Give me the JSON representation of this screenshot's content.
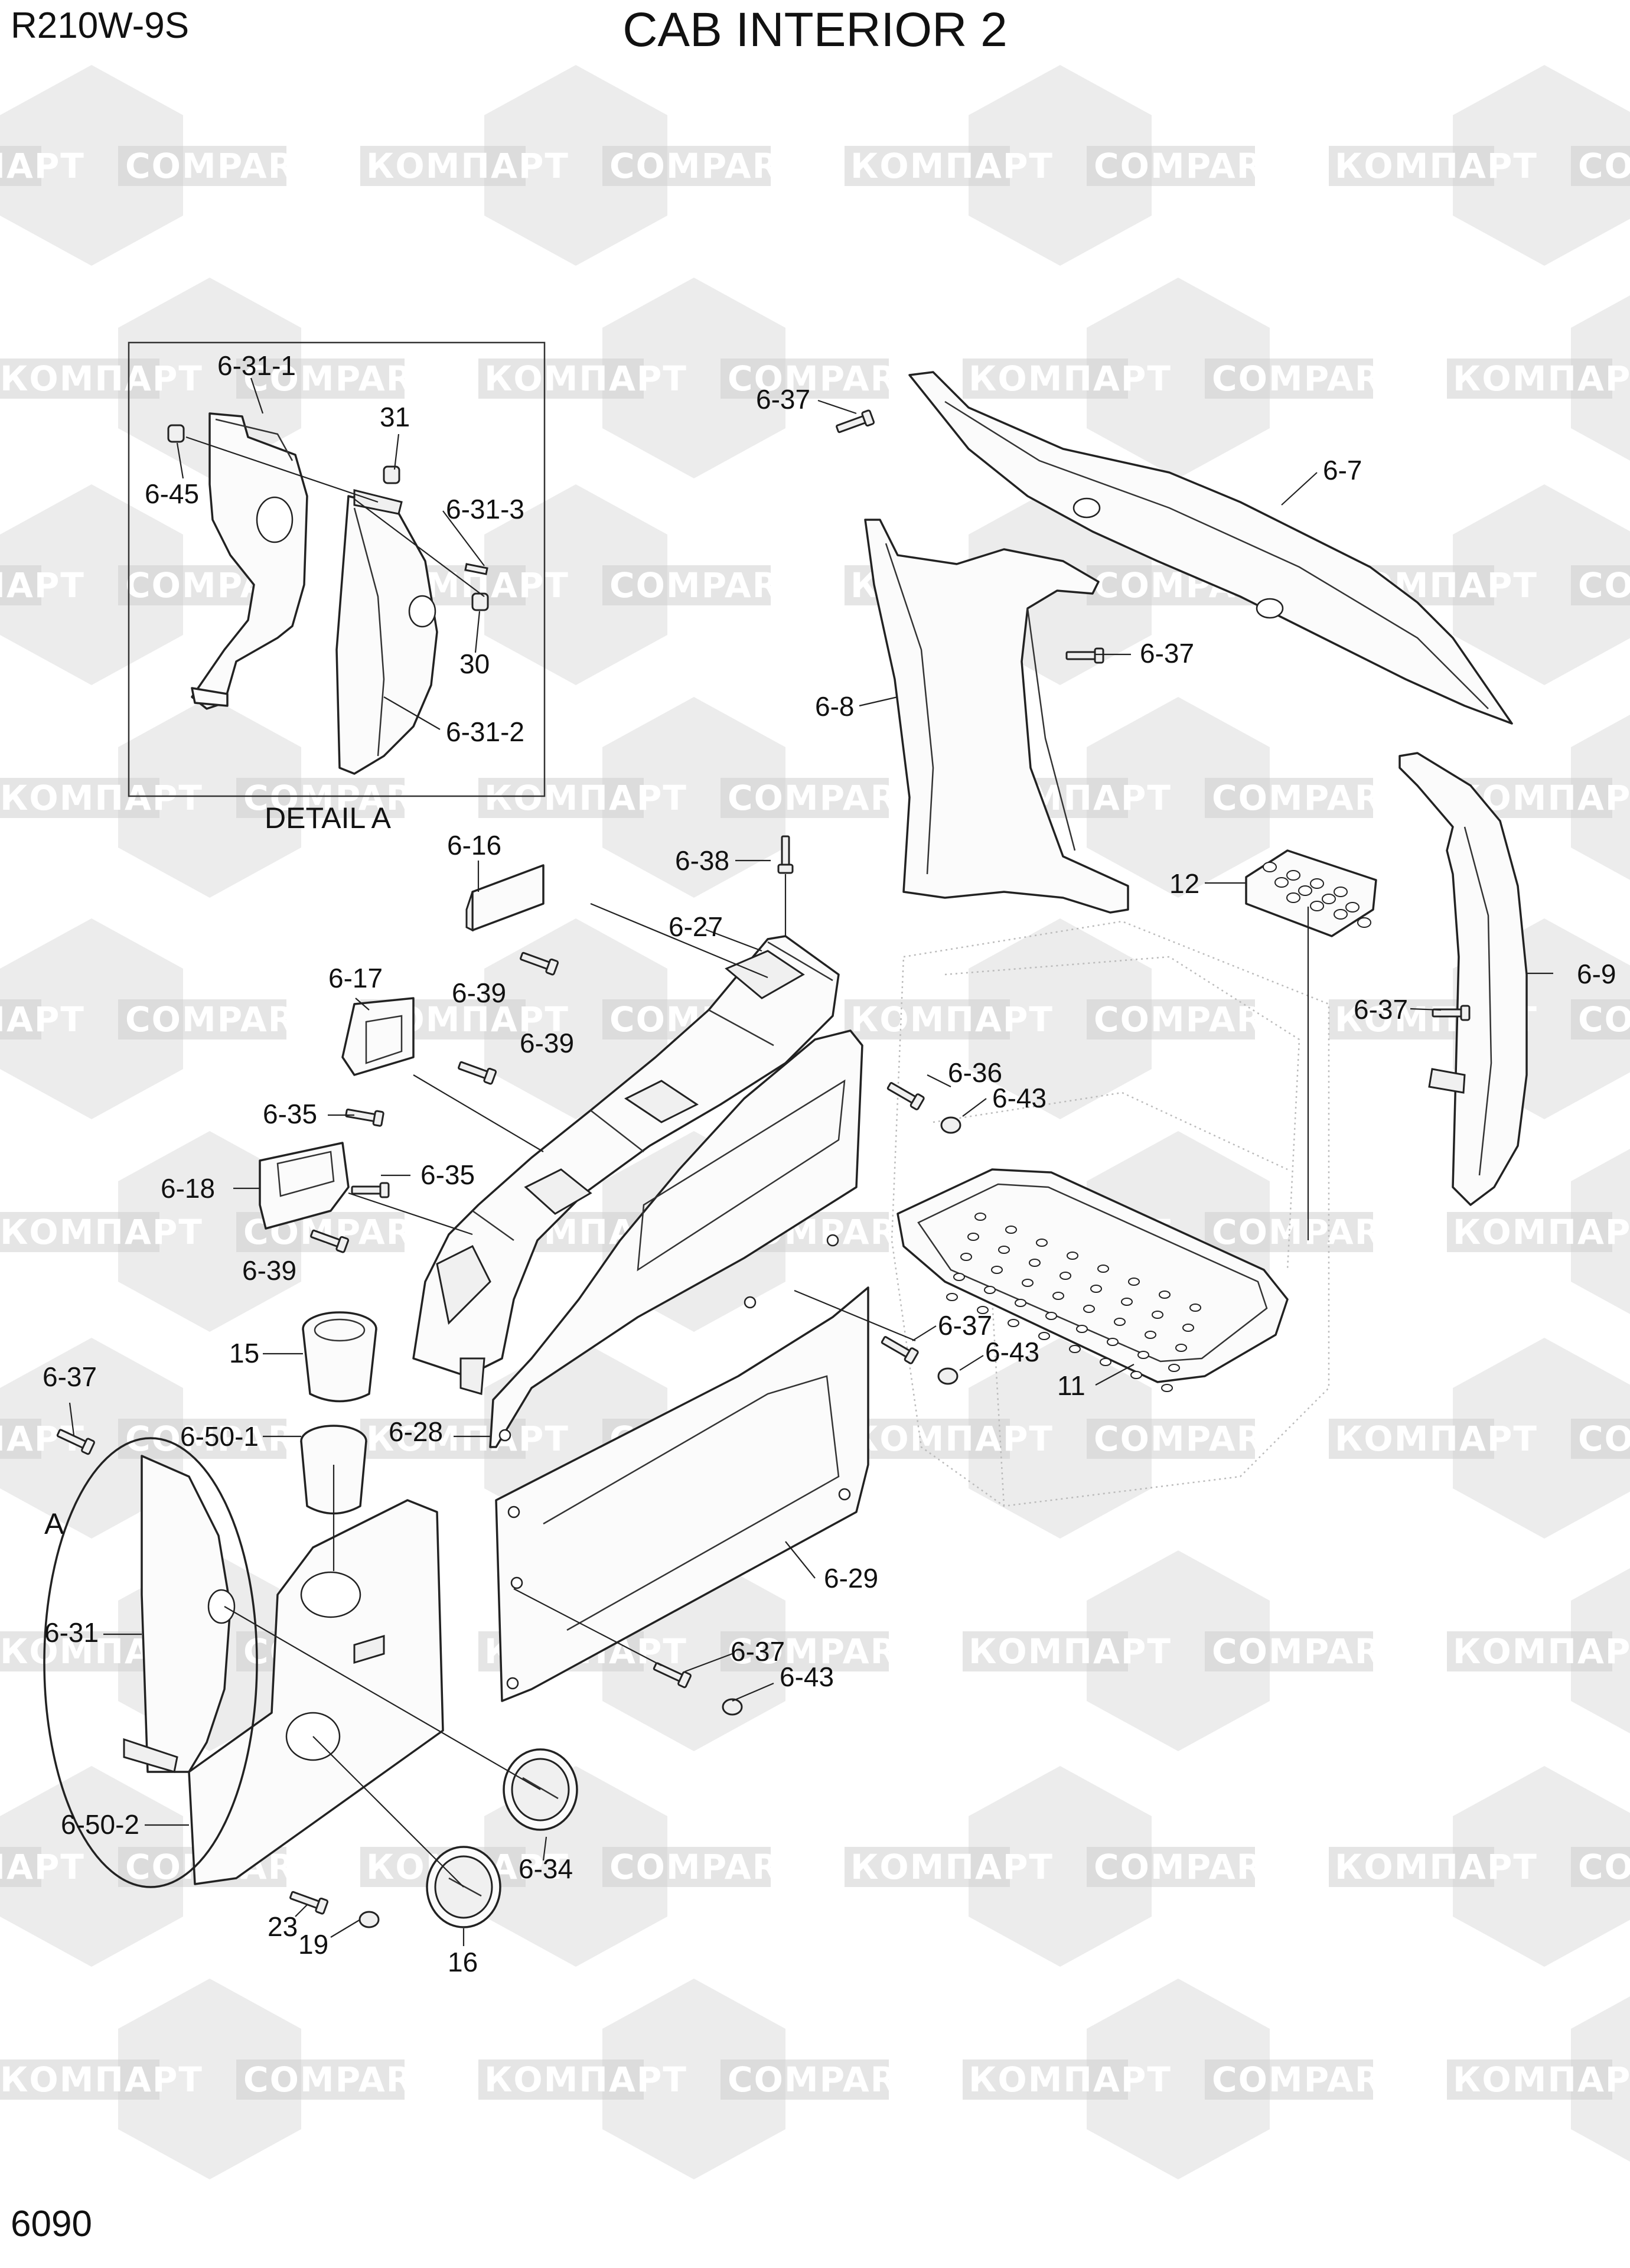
{
  "header": {
    "model": "R210W-9S",
    "title": "CAB INTERIOR 2",
    "page_number": "6090"
  },
  "detail": {
    "caption": "DETAIL A",
    "pointer": "A"
  },
  "watermark": {
    "left_word": "КОМПАРТ",
    "right_word": "COMPART"
  },
  "part_labels": {
    "p6_31_1": "6-31-1",
    "p31": "31",
    "p6_45": "6-45",
    "p6_31_3": "6-31-3",
    "p30": "30",
    "p6_31_2": "6-31-2",
    "p6_37_a": "6-37",
    "p6_7": "6-7",
    "p6_37_b": "6-37",
    "p6_8": "6-8",
    "p6_16": "6-16",
    "p6_38": "6-38",
    "p6_27": "6-27",
    "p12": "12",
    "p6_9": "6-9",
    "p6_17": "6-17",
    "p6_39_a": "6-39",
    "p6_39_b": "6-39",
    "p6_37_c": "6-37",
    "p6_36": "6-36",
    "p6_43_a": "6-43",
    "p6_35_a": "6-35",
    "p6_35_b": "6-35",
    "p6_18": "6-18",
    "p6_39_c": "6-39",
    "p6_37_d": "6-37",
    "p6_43_b": "6-43",
    "p15": "15",
    "p11": "11",
    "p6_37_e": "6-37",
    "p6_50_1": "6-50-1",
    "p6_28": "6-28",
    "p6_29": "6-29",
    "p6_31": "6-31",
    "p6_37_f": "6-37",
    "p6_43_c": "6-43",
    "p6_50_2": "6-50-2",
    "p6_34": "6-34",
    "p23": "23",
    "p19": "19",
    "p16": "16"
  }
}
